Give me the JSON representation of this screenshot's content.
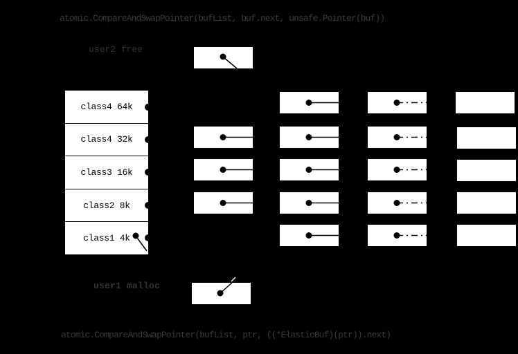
{
  "code": {
    "push": "atomic.CompareAndSwapPointer(bufList, buf.next, unsafe.Pointer(buf))",
    "pop": "atomic.CompareAndSwapPointer(bufList, ptr, ((*ElasticBuf)(ptr)).next)"
  },
  "actors": {
    "user2": "user2 free",
    "user1": "user1 malloc"
  },
  "buflist": {
    "rows": [
      {
        "label": "class4 64k"
      },
      {
        "label": "class4 32k"
      },
      {
        "label": "class3 16k"
      },
      {
        "label": "class2 8k"
      },
      {
        "label": "class1 4k"
      }
    ]
  },
  "icons": {
    "next_pointer": "dot-with-solid-line",
    "next_pointer_dashdot": "dot-with-dash-dot-line",
    "head_pointer": "dot-with-diagonal-line"
  },
  "colors": {
    "background": "#000000",
    "node_fill": "#ffffff",
    "ink": "#000000",
    "code_text": "#3a3a3a"
  }
}
